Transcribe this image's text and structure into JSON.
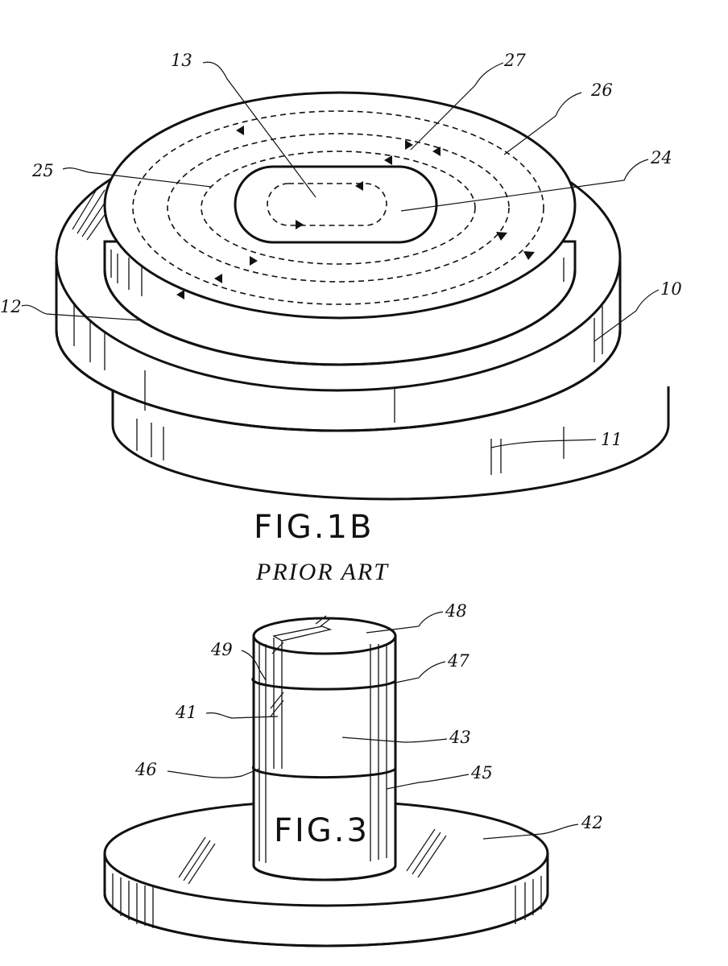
{
  "figures": {
    "fig1b": {
      "label": "FIG.1B",
      "caption": "PRIOR ART"
    },
    "fig3": {
      "label": "FIG.3"
    }
  },
  "reference_numerals": {
    "n13": "13",
    "n27": "27",
    "n26": "26",
    "n25": "25",
    "n24": "24",
    "n10": "10",
    "n12": "12",
    "n11": "11",
    "n48": "48",
    "n49": "49",
    "n47": "47",
    "n41": "41",
    "n43": "43",
    "n46": "46",
    "n45": "45",
    "n42": "42"
  }
}
